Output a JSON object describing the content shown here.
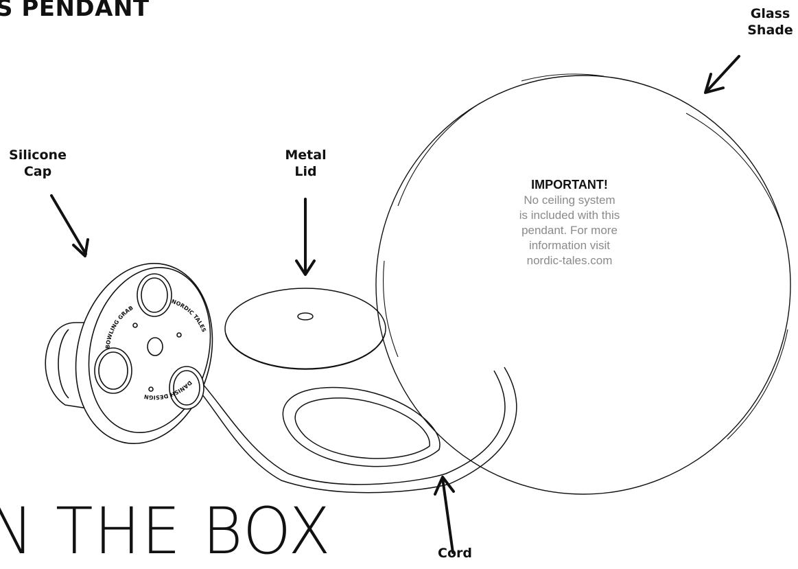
{
  "title": "S PENDANT",
  "subtitle": "N THE BOX",
  "labels": {
    "glass_shade": [
      "Glass",
      "Shade"
    ],
    "silicone_cap": [
      "Silicone",
      "Cap"
    ],
    "metal_lid": [
      "Metal",
      "Lid"
    ],
    "cord": "Cord"
  },
  "important": {
    "heading": "IMPORTANT!",
    "lines": [
      "No ceiling system",
      "is included with this",
      "pendant. For more",
      "information visit",
      "nordic-tales.com"
    ]
  },
  "cap_engravings": {
    "top_left": "BOWLING GRAB",
    "top_right": "NORDIC TALES",
    "bottom": "DANISH DESIGN"
  }
}
